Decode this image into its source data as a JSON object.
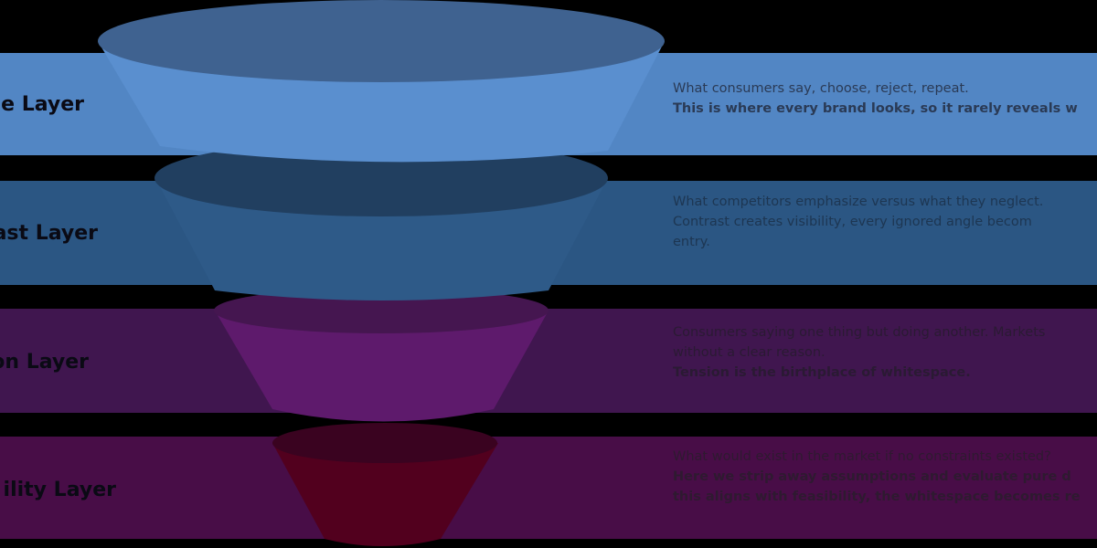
{
  "layers": [
    {
      "label": "e Layer",
      "lines": [
        "What consumers say, choose, reject, repeat.",
        "This is where every brand looks, so it rarely reveals w"
      ],
      "bold": [
        false,
        true
      ],
      "band_color": "#5286c4",
      "text_color": "#2a3a55",
      "top_color": "#3f6290",
      "body_color": "#5a8fcf"
    },
    {
      "label": "ast Layer",
      "lines": [
        "What competitors emphasize versus what they neglect.",
        "Contrast creates visibility, every ignored angle becom",
        "entry."
      ],
      "bold": [
        false,
        false,
        false
      ],
      "band_color": "#2b5683",
      "text_color": "#1d3652",
      "top_color": "#213f60",
      "body_color": "#2e5a88"
    },
    {
      "label": "on Layer",
      "lines": [
        "Consumers saying one thing but doing another. Markets",
        "without a clear reason.",
        "Tension is the birthplace of whitespace."
      ],
      "bold": [
        false,
        false,
        true
      ],
      "band_color": "#40164f",
      "text_color": "#2a1a33",
      "top_color": "#451650",
      "body_color": "#5e1a6c"
    },
    {
      "label": "ility Layer",
      "lines": [
        "What would exist in the market if no constraints existed?",
        "Here we strip away assumptions and evaluate pure d",
        "this aligns with feasibility, the whitespace becomes re"
      ],
      "bold": [
        false,
        true,
        true
      ],
      "band_color": "#480d47",
      "text_color": "#2e1a30",
      "top_color": "#3a0320",
      "body_color": "#52001e"
    }
  ]
}
